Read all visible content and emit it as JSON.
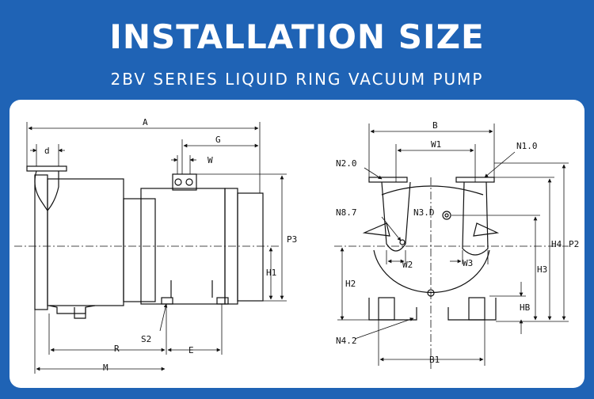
{
  "header": {
    "title": "INSTALLATION SIZE",
    "subtitle": "2BV SERIES LIQUID RING VACUUM PUMP"
  },
  "colors": {
    "header_bg": "#1f63b5",
    "panel_bg": "#ffffff",
    "line": "#111111"
  },
  "side_view": {
    "labels": {
      "a": "A",
      "d": "d",
      "g": "G",
      "w": "W",
      "p3": "P3",
      "h1": "H1",
      "s2": "S2",
      "r": "R",
      "e": "E",
      "m": "M"
    }
  },
  "front_view": {
    "labels": {
      "b": "B",
      "w1": "W1",
      "n1": "N1.0",
      "n2": "N2.0",
      "n8": "N8.7",
      "n3": "N3.D",
      "p2": "P2",
      "h4": "H4",
      "w2": "W2",
      "w3": "W3",
      "h2": "H2",
      "h3": "H3",
      "hb": "HB",
      "n4": "N4.2",
      "b1": "B1"
    }
  }
}
